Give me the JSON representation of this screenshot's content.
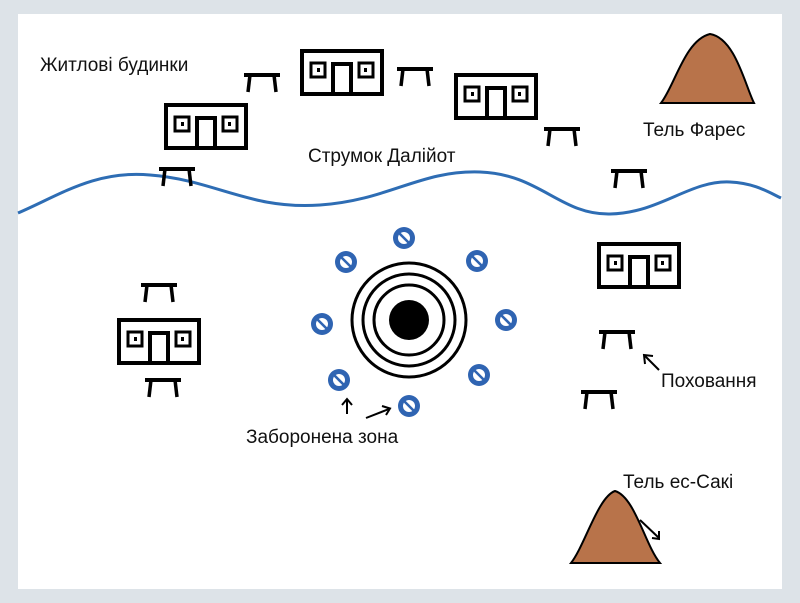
{
  "labels": {
    "residential_houses": "Житлові будинки",
    "stream": "Струмок Далійот",
    "tel_fares": "Тель Фарес",
    "burials": "Поховання",
    "forbidden_zone": "Заборонена зона",
    "tel_es_saki": "Тель ес-Сакі"
  },
  "colors": {
    "stream": "#2e6db4",
    "hill": "#b8734a",
    "forbidden_sign": "#2f64b2",
    "ink": "#000000",
    "background": "#ffffff"
  },
  "icons": {
    "house": "house-icon",
    "table": "burial-table-icon",
    "sign": "no-entry-sign-icon",
    "target": "concentric-target-icon",
    "hill": "hill-icon"
  }
}
